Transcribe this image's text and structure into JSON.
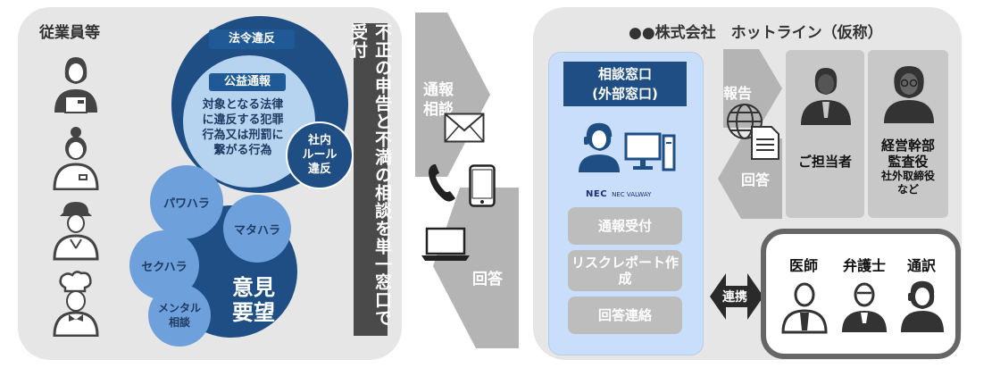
{
  "employees": {
    "title": "従業員等",
    "circles": {
      "legal": {
        "tag": "法令違反",
        "sub_tag": "公益通報",
        "description_lines": [
          "対象となる法律",
          "に違反する犯罪",
          "行為又は刑罰に",
          "繋がる行為"
        ]
      },
      "internal_rule_lines": [
        "社内",
        "ルール",
        "違反"
      ],
      "power_harassment": "パワハラ",
      "maternity_harassment": "マタハラ",
      "sexual_harassment": "セクハラ",
      "mental_lines": [
        "メンタル",
        "相談"
      ],
      "opinion_lines": [
        "意見",
        "要望"
      ]
    },
    "vertical_banner": "不正の申告と不満の相談を単一窓口で受付"
  },
  "flow": {
    "report_label_lines": [
      "通報",
      "相談"
    ],
    "answer_label": "回答"
  },
  "hotline": {
    "title": "●●株式会社　ホットライン（仮称）",
    "window": {
      "title_lines": [
        "相談窓口",
        "(外部窓口)"
      ],
      "logo_nec": "NEC",
      "logo_valway": "NEC VALWAY",
      "steps": [
        "通報受付",
        "リスクレポート作成",
        "回答連絡"
      ]
    },
    "report_label": "報告",
    "answer_label": "回答",
    "contact": "ご担当者",
    "executives": {
      "main_lines": [
        "経営幹部",
        "監査役"
      ],
      "sub": "社外取締役",
      "suffix": "など"
    },
    "link_label": "連携",
    "experts": [
      "医師",
      "弁護士",
      "通訳"
    ]
  },
  "colors": {
    "navy": "#1f4e85",
    "mid_blue": "#6ea0dc",
    "light_blue": "#b6d3f0",
    "dark_text_bar": "#4a4a4a",
    "grey_arrow": "#b4b4b4"
  }
}
